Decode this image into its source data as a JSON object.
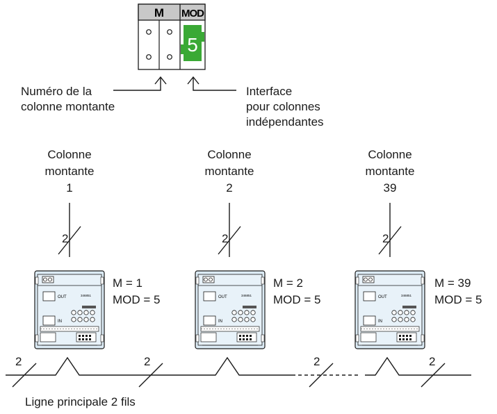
{
  "switch_block": {
    "header_m": "M",
    "header_mod": "MOD",
    "mod_digit": "5"
  },
  "annotations": {
    "left_line1": "Numéro de la",
    "left_line2": "colonne montante",
    "right_line1": "Interface",
    "right_line2": "pour colonnes",
    "right_line3": "indépendantes"
  },
  "risers": [
    {
      "title_line1": "Colonne",
      "title_line2": "montante",
      "number": "1",
      "wire_count": "2",
      "m_label": "M = 1",
      "mod_label": "MOD = 5"
    },
    {
      "title_line1": "Colonne",
      "title_line2": "montante",
      "number": "2",
      "wire_count": "2",
      "m_label": "M = 2",
      "mod_label": "MOD = 5"
    },
    {
      "title_line1": "Colonne",
      "title_line2": "montante",
      "number": "39",
      "wire_count": "2",
      "m_label": "M = 39",
      "mod_label": "MOD = 5"
    }
  ],
  "module": {
    "out_label": "OUT",
    "in_label": "IN",
    "part_number": "346851"
  },
  "bus": {
    "wire_labels": [
      "2",
      "2",
      "2",
      "2"
    ],
    "caption": "Ligne principale 2 fils"
  },
  "colors": {
    "mod_green": "#3aa935",
    "header_gray": "#c8c8c8",
    "module_fill": "#dcebf5",
    "line": "#1a1a1a"
  }
}
